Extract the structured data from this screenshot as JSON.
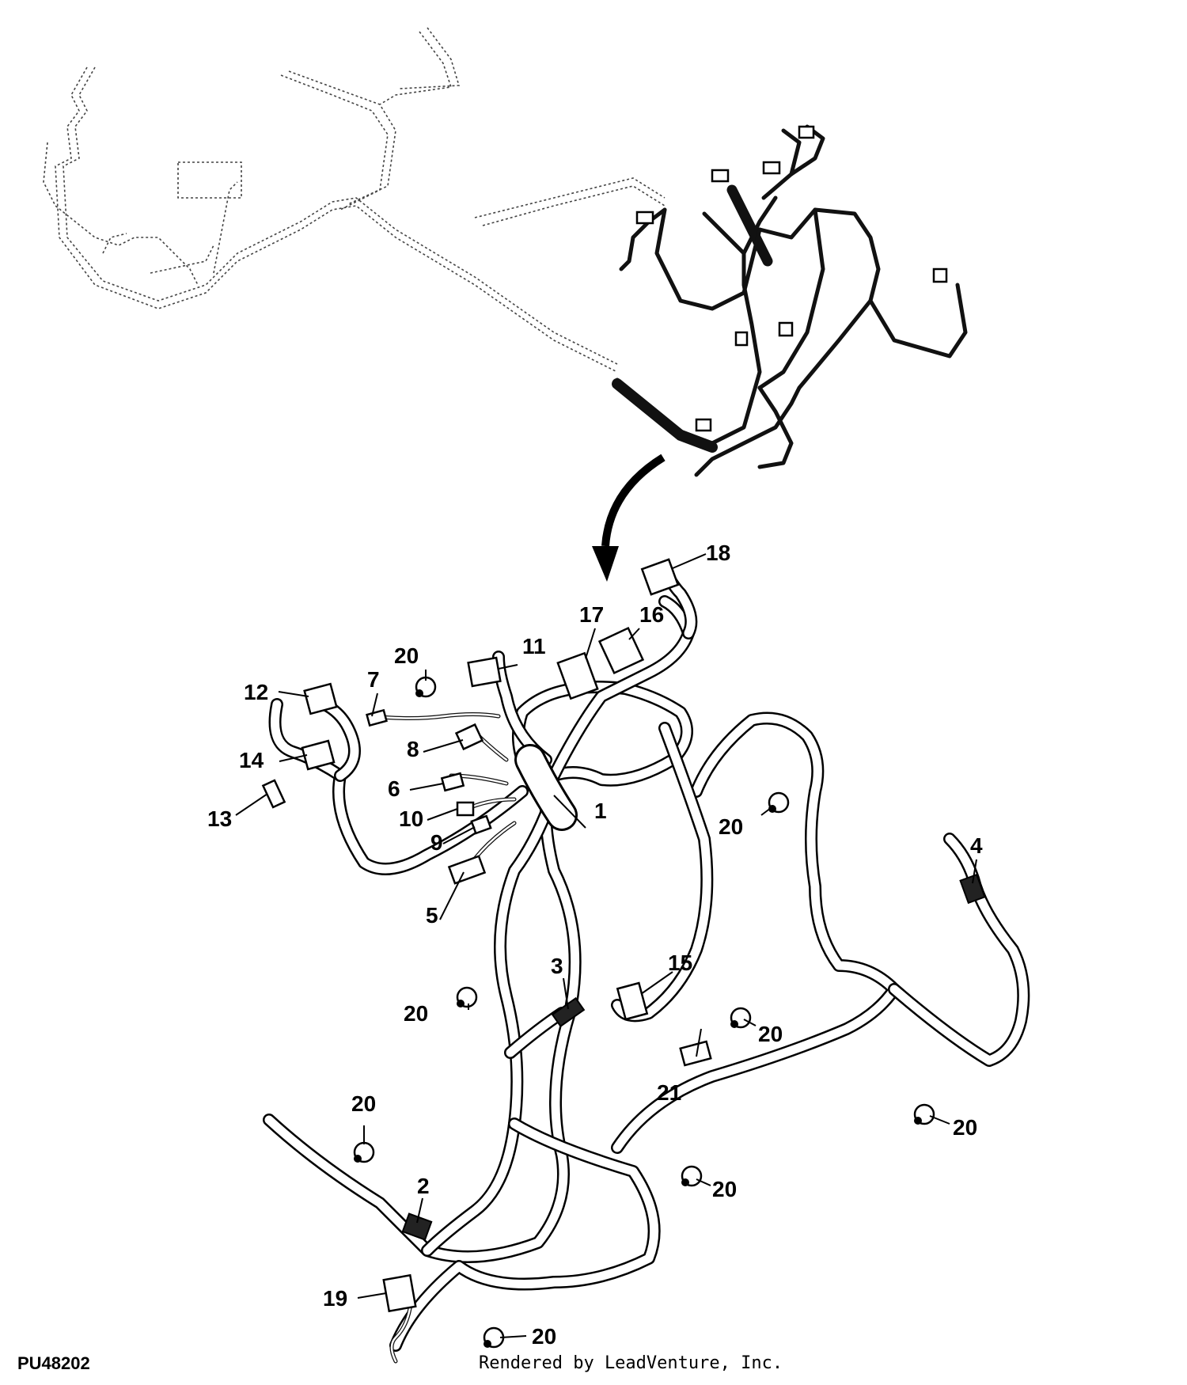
{
  "diagram": {
    "part_number": "PU48202",
    "credit": "Rendered by LeadVenture, Inc.",
    "callouts": [
      {
        "id": "1",
        "label": "1"
      },
      {
        "id": "2",
        "label": "2"
      },
      {
        "id": "3",
        "label": "3"
      },
      {
        "id": "4",
        "label": "4"
      },
      {
        "id": "5",
        "label": "5"
      },
      {
        "id": "6",
        "label": "6"
      },
      {
        "id": "7",
        "label": "7"
      },
      {
        "id": "8",
        "label": "8"
      },
      {
        "id": "9",
        "label": "9"
      },
      {
        "id": "10",
        "label": "10"
      },
      {
        "id": "11",
        "label": "11"
      },
      {
        "id": "12",
        "label": "12"
      },
      {
        "id": "13",
        "label": "13"
      },
      {
        "id": "14",
        "label": "14"
      },
      {
        "id": "15",
        "label": "15"
      },
      {
        "id": "16",
        "label": "16"
      },
      {
        "id": "17",
        "label": "17"
      },
      {
        "id": "18",
        "label": "18"
      },
      {
        "id": "19",
        "label": "19"
      },
      {
        "id": "20a",
        "label": "20"
      },
      {
        "id": "20b",
        "label": "20"
      },
      {
        "id": "20c",
        "label": "20"
      },
      {
        "id": "20d",
        "label": "20"
      },
      {
        "id": "20e",
        "label": "20"
      },
      {
        "id": "20f",
        "label": "20"
      },
      {
        "id": "20g",
        "label": "20"
      },
      {
        "id": "20h",
        "label": "20"
      },
      {
        "id": "21",
        "label": "21"
      }
    ]
  }
}
